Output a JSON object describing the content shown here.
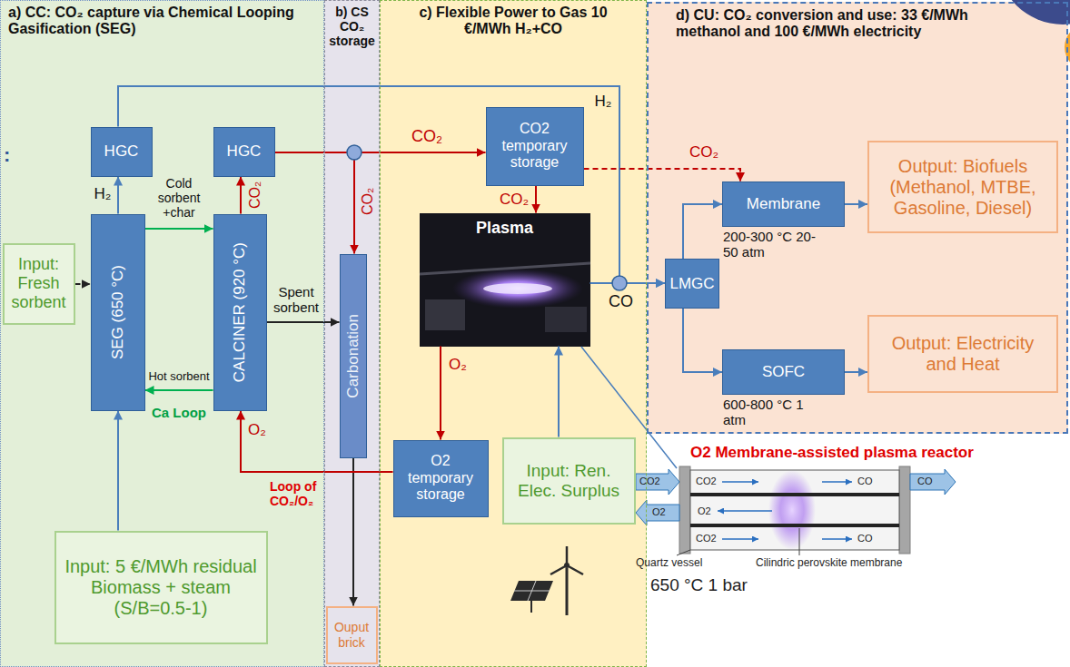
{
  "diagram": {
    "nodes": [
      {
        "text": [
          "a) CC: CO₂ capture via Chemical Looping Gasification (SEG)"
        ]
      },
      {
        "text": [
          "b) CS CO₂ storage"
        ]
      },
      {
        "text": [
          "c) Flexible Power to Gas 10 €/MWh H₂+CO"
        ]
      },
      {
        "text": [
          "d) CU: CO₂ conversion and use: 33 €/MWh methanol and 100 €/MWh electricity"
        ]
      },
      {
        "text": [
          "HGC"
        ],
        "in": 0
      },
      {
        "text": [
          "HGC"
        ],
        "in": 0
      },
      {
        "text": [
          "Input: Fresh sorbent"
        ],
        "in": 0
      },
      {
        "text": [
          "SEG (650 °C)"
        ],
        "in": 0
      },
      {
        "text": [
          "CALCINER (920 °C)"
        ],
        "in": 0
      },
      {
        "text": [
          "Input: 5 €/MWh residual Biomass + steam (S/B=0.5-1)"
        ],
        "in": 0
      },
      {
        "text": [
          "Carbonation"
        ],
        "in": 1
      },
      {
        "text": [
          "Ouput brick"
        ],
        "in": 1
      },
      {
        "text": [
          "CO2 temporary storage"
        ],
        "in": 2
      },
      {
        "text": [
          "Plasma"
        ],
        "in": 2
      },
      {
        "text": [
          "O2 temporary storage"
        ],
        "in": 2
      },
      {
        "text": [
          "Input: Ren. Elec. Surplus"
        ],
        "in": 2
      },
      {
        "text": [
          "LMGC"
        ],
        "in": 3
      },
      {
        "text": [
          "Membrane",
          "200-300 °C 20-50 atm"
        ],
        "in": 3
      },
      {
        "text": [
          "SOFC",
          "600-800 °C 1 atm"
        ],
        "in": 3
      },
      {
        "text": [
          "Output: Biofuels (Methanol, MTBE, Gasoline, Diesel)"
        ],
        "in": 3
      },
      {
        "text": [
          "Output: Electricity and Heat"
        ],
        "in": 3
      }
    ],
    "edges": [
      {
        "from": 7,
        "to": 4,
        "arrow": "to",
        "label": "H₂"
      },
      {
        "from": 4,
        "to": 16,
        "arrow": "to",
        "label": "H₂"
      },
      {
        "from": 7,
        "to": 8,
        "arrow": "to",
        "label": "Cold sorbent +char"
      },
      {
        "from": 8,
        "to": 7,
        "arrow": "to",
        "label": "Hot sorbent"
      },
      {
        "from": 8,
        "to": 5,
        "arrow": "to",
        "label": "CO₂"
      },
      {
        "from": 5,
        "to": 10,
        "arrow": "to",
        "label": "CO₂"
      },
      {
        "from": 5,
        "to": 12,
        "arrow": "to",
        "label": "CO₂"
      },
      {
        "from": 8,
        "to": 10,
        "arrow": "to",
        "label": "Spent sorbent"
      },
      {
        "from": 6,
        "to": 7,
        "arrow": "to"
      },
      {
        "from": 9,
        "to": 7,
        "arrow": "to"
      },
      {
        "from": 10,
        "to": 11,
        "arrow": "to"
      },
      {
        "from": 12,
        "to": 13,
        "arrow": "to",
        "label": "CO₂"
      },
      {
        "from": 12,
        "to": 17,
        "arrow": "to",
        "label": "CO₂"
      },
      {
        "from": 13,
        "to": 14,
        "arrow": "to",
        "label": "O₂"
      },
      {
        "from": 14,
        "to": 8,
        "arrow": "to",
        "label": "O₂"
      },
      {
        "from": 15,
        "to": 13,
        "arrow": "to"
      },
      {
        "from": 13,
        "to": 16,
        "arrow": "to"
      },
      {
        "from": 16,
        "to": 17,
        "arrow": "to"
      },
      {
        "from": 16,
        "to": 18,
        "arrow": "to"
      },
      {
        "from": 17,
        "to": 19,
        "arrow": "to"
      },
      {
        "from": 18,
        "to": 20,
        "arrow": "to"
      }
    ],
    "labels": [
      ":",
      "Ca Loop",
      "Loop of CO₂/O₂",
      "CO",
      "O2 Membrane-assisted plasma reactor",
      "CO2",
      "O2",
      "CO2",
      "CO",
      "O2",
      "CO2",
      "CO",
      "CO",
      "Quartz vessel",
      "Cilindric perovskite membrane",
      "650 °C 1 bar"
    ]
  }
}
